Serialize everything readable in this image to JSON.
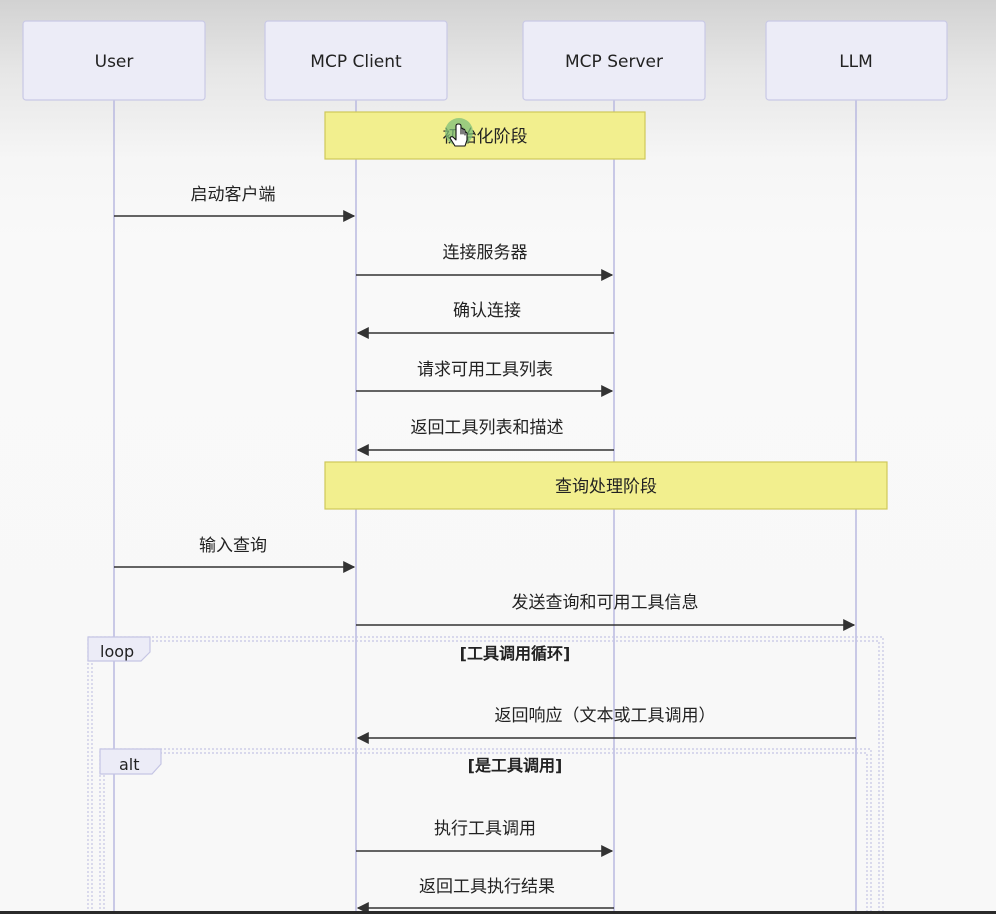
{
  "participants": [
    {
      "id": "user",
      "label": "User"
    },
    {
      "id": "client",
      "label": "MCP Client"
    },
    {
      "id": "server",
      "label": "MCP Server"
    },
    {
      "id": "llm",
      "label": "LLM"
    }
  ],
  "notes": [
    {
      "id": "phase-init",
      "text": "初始化阶段",
      "from": "client",
      "to": "server"
    },
    {
      "id": "phase-query",
      "text": "查询处理阶段",
      "from": "client",
      "to": "llm"
    }
  ],
  "messages": [
    {
      "text": "启动客户端",
      "from": "user",
      "to": "client"
    },
    {
      "text": "连接服务器",
      "from": "client",
      "to": "server"
    },
    {
      "text": "确认连接",
      "from": "server",
      "to": "client"
    },
    {
      "text": "请求可用工具列表",
      "from": "client",
      "to": "server"
    },
    {
      "text": "返回工具列表和描述",
      "from": "server",
      "to": "client"
    },
    {
      "text": "输入查询",
      "from": "user",
      "to": "client"
    },
    {
      "text": "发送查询和可用工具信息",
      "from": "client",
      "to": "llm"
    },
    {
      "text": "返回响应（文本或工具调用）",
      "from": "llm",
      "to": "client"
    },
    {
      "text": "执行工具调用",
      "from": "client",
      "to": "server"
    },
    {
      "text": "返回工具执行结果",
      "from": "server",
      "to": "client"
    }
  ],
  "frames": [
    {
      "id": "loop",
      "label": "loop",
      "condition": "[工具调用循环]"
    },
    {
      "id": "alt",
      "label": "alt",
      "condition": "[是工具调用]"
    }
  ],
  "colors": {
    "actor_fill": "#ececf7",
    "actor_stroke": "#c9c9e6",
    "lifeline": "#b9b9e0",
    "note_fill": "#f2ef8e",
    "note_stroke": "#cfc85a",
    "arrow": "#333333"
  }
}
